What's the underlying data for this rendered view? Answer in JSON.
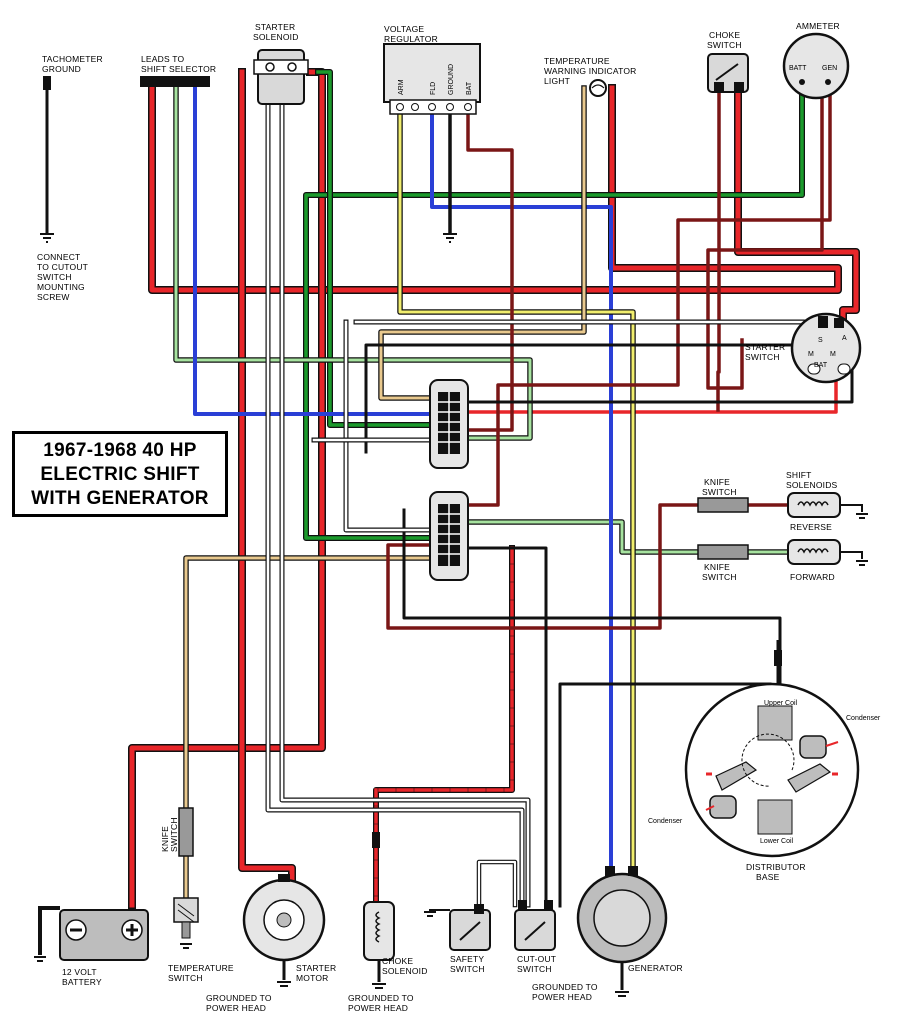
{
  "title": {
    "line1": "1967-1968 40 HP",
    "line2": "ELECTRIC SHIFT",
    "line3": "WITH GENERATOR"
  },
  "labels": {
    "tach_ground": [
      "TACHOMETER",
      "GROUND"
    ],
    "connect_cutout": [
      "CONNECT",
      "TO CUTOUT",
      "SWITCH",
      "MOUNTING",
      "SCREW"
    ],
    "leads_shift": [
      "LEADS TO",
      "SHIFT SELECTOR"
    ],
    "starter_solenoid": [
      "STARTER",
      "SOLENOID"
    ],
    "voltage_regulator": [
      "VOLTAGE",
      "REGULATOR"
    ],
    "regulator_terminals": [
      "ARM",
      "FLD",
      "GROUND",
      "BAT"
    ],
    "temp_light": [
      "TEMPERATURE",
      "WARNING INDICATOR",
      "LIGHT"
    ],
    "choke_switch": [
      "CHOKE",
      "SWITCH"
    ],
    "ammeter": "AMMETER",
    "ammeter_terminals": [
      "BATT",
      "GEN"
    ],
    "starter_switch": [
      "STARTER",
      "SWITCH"
    ],
    "starter_switch_terminals": [
      "S",
      "A",
      "M",
      "M",
      "BAT"
    ],
    "knife_switch": [
      "KNIFE",
      "SWITCH"
    ],
    "shift_solenoids": [
      "SHIFT",
      "SOLENOIDS"
    ],
    "reverse": "REVERSE",
    "forward": "FORWARD",
    "upper_coil": "Upper Coil",
    "lower_coil": "Lower Coil",
    "condenser": "Condenser",
    "distributor_base": [
      "DISTRIBUTOR",
      "BASE"
    ],
    "battery": [
      "12 VOLT",
      "BATTERY"
    ],
    "temperature_switch": [
      "TEMPERATURE",
      "SWITCH"
    ],
    "starter_motor": [
      "STARTER",
      "MOTOR"
    ],
    "grounded_power_head": [
      "GROUNDED TO",
      "POWER HEAD"
    ],
    "choke_solenoid": [
      "CHOKE",
      "SOLENOID"
    ],
    "safety_switch": [
      "SAFETY",
      "SWITCH"
    ],
    "cutout_switch": [
      "CUT-OUT",
      "SWITCH"
    ],
    "generator": "GENERATOR"
  },
  "colors": {
    "red": "#e8262a",
    "black": "#111111",
    "green": "#1b9a2c",
    "light_green": "#a7e3a0",
    "blue": "#2a3fd6",
    "yellow": "#f1ee6e",
    "tan": "#e9c98e",
    "brown": "#7a1616",
    "white_wire": "#ffffff",
    "component_gray": "#bdbdbd"
  }
}
